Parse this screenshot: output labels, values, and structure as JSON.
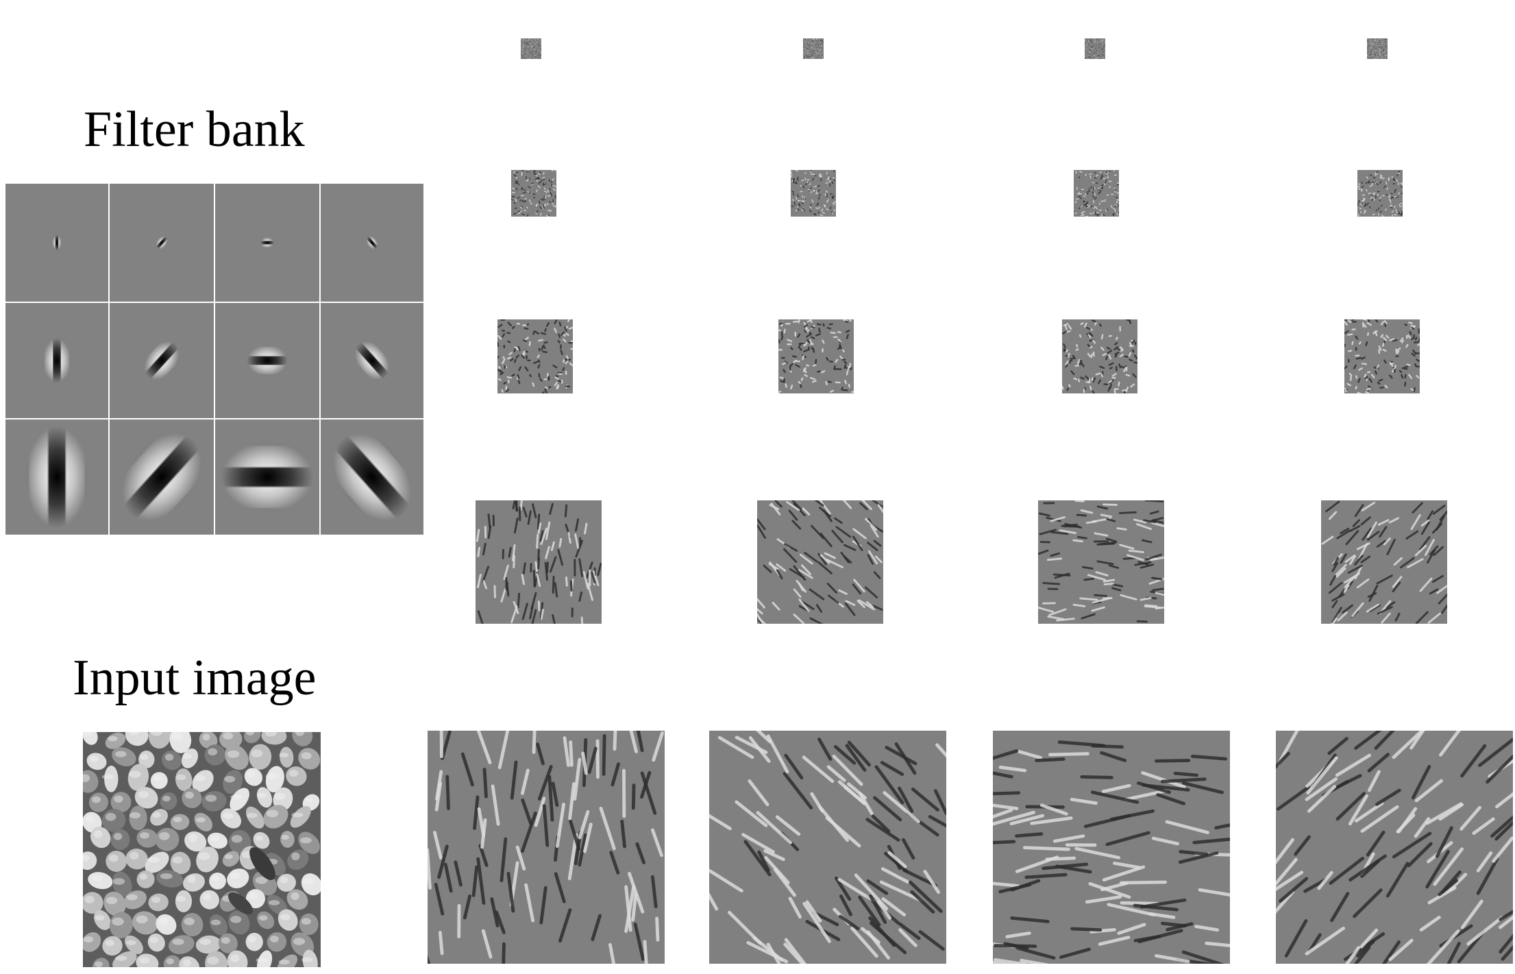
{
  "titles": {
    "filter_bank": "Filter bank",
    "input_image": "Input image"
  },
  "filter_bank": {
    "rows": 3,
    "cols": 4,
    "orientations_deg": [
      0,
      45,
      90,
      135
    ],
    "scales": [
      "small",
      "medium",
      "large"
    ]
  },
  "responses": {
    "levels": 5,
    "columns": 4,
    "order": "coarsest level at top, finest at bottom"
  },
  "colors": {
    "background": "#ffffff",
    "filter_gray": "#828282",
    "response_gray": "#808080"
  }
}
